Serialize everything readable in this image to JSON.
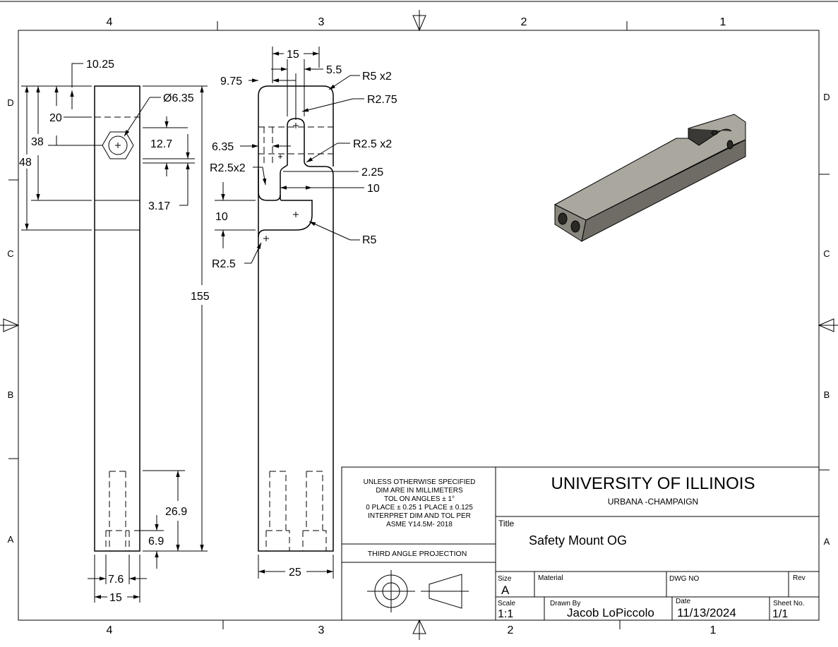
{
  "zones": {
    "top_numbers": [
      "4",
      "3",
      "2",
      "1"
    ],
    "bottom_numbers": [
      "4",
      "3",
      "2",
      "1"
    ],
    "left_letters": [
      "D",
      "C",
      "B",
      "A"
    ],
    "right_letters": [
      "D",
      "C",
      "B",
      "A"
    ]
  },
  "side_view": {
    "dims": {
      "d_10_25": "10.25",
      "d_20": "20",
      "d_38": "38",
      "d_48": "48",
      "d_dia": "Ø6.35",
      "d_12_7": "12.7",
      "d_3_17": "3.17",
      "d_155": "155",
      "d_26_9": "26.9",
      "d_6_9": "6.9",
      "d_7_6": "7.6",
      "d_15": "15"
    }
  },
  "front_view": {
    "dims": {
      "d_15": "15",
      "d_5_5": "5.5",
      "d_9_75": "9.75",
      "d_r5x2": "R5 x2",
      "d_r2_75": "R2.75",
      "d_6_35": "6.35",
      "d_r2_5x2_right": "R2.5 x2",
      "d_r2_5x2_left": "R2.5x2",
      "d_2_25": "2.25",
      "d_10_right": "10",
      "d_10_left": "10",
      "d_r5": "R5",
      "d_r2_5": "R2.5",
      "d_25": "25"
    }
  },
  "title_block": {
    "notes": [
      "UNLESS OTHERWISE SPECIFIED",
      "DIM ARE IN MILLIMETERS",
      "TOL ON ANGLES  ± 1°",
      "0 PLACE ± 0.25  1 PLACE ± 0.125",
      "INTERPRET DIM AND TOL PER",
      "ASME Y14.5M- 2018"
    ],
    "projection_label": "THIRD ANGLE PROJECTION",
    "university": "UNIVERSITY OF ILLINOIS",
    "campus": "URBANA -CHAMPAIGN",
    "title_label": "Title",
    "title": "Safety Mount OG",
    "size_label": "Size",
    "size": "A",
    "material_label": "Material",
    "material": "",
    "dwg_no_label": "DWG NO",
    "dwg_no": "",
    "rev_label": "Rev",
    "rev": "",
    "scale_label": "Scale",
    "scale": "1:1",
    "drawn_by_label": "Drawn By",
    "drawn_by": "Jacob LoPiccolo",
    "date_label": "Date",
    "date": "11/13/2024",
    "sheet_label": "Sheet No.",
    "sheet": "1/1"
  },
  "colors": {
    "iso_top": "#aaa79f",
    "iso_front": "#8a877f",
    "iso_side": "#6f6c65",
    "line": "#000000",
    "paper": "#ffffff"
  }
}
